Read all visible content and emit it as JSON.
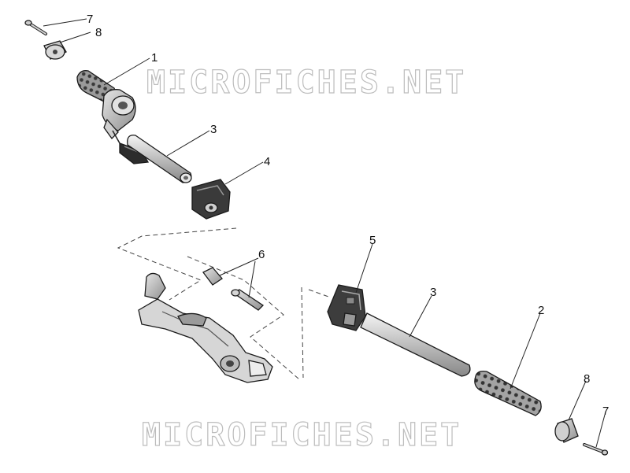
{
  "watermark": "MICROFICHES.NET",
  "callouts": [
    {
      "id": "c7a",
      "text": "7"
    },
    {
      "id": "c8a",
      "text": "8"
    },
    {
      "id": "c1",
      "text": "1"
    },
    {
      "id": "c3a",
      "text": "3"
    },
    {
      "id": "c4",
      "text": "4"
    },
    {
      "id": "c6",
      "text": "6"
    },
    {
      "id": "c5",
      "text": "5"
    },
    {
      "id": "c3b",
      "text": "3"
    },
    {
      "id": "c2",
      "text": "2"
    },
    {
      "id": "c8b",
      "text": "8"
    },
    {
      "id": "c7b",
      "text": "7"
    }
  ]
}
